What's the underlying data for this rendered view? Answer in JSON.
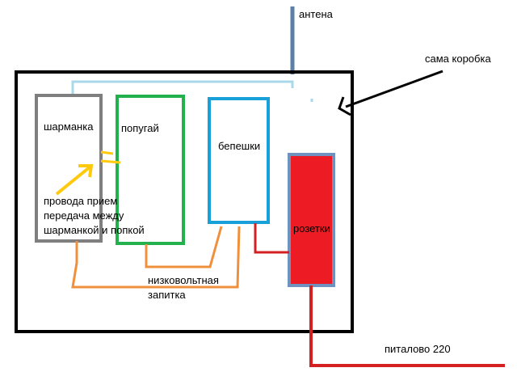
{
  "labels": {
    "antenna": "антена",
    "box": "сама коробка",
    "sharmanka": "шарманка",
    "popugai": "попугай",
    "bepeshki": "бепешки",
    "rozetki": "розетки",
    "wires_line1": "провода прием",
    "wires_line2": "передача между",
    "wires_line3": "шарманкой и попкой",
    "low_voltage_line1": "низковольтная",
    "low_voltage_line2": "запитка",
    "power": "питалово 220"
  },
  "colors": {
    "box": "#000000",
    "antenna": "#5b7fa6",
    "antenna_wire": "#a8d8ea",
    "sharmanka": "#7f7f7f",
    "popugai": "#22b14c",
    "bepeshki": "#1aa0d8",
    "rozetki_fill": "#ed1c24",
    "rozetki_border": "#7092be",
    "wires": "#ffc90e",
    "low_voltage": "#f0903c",
    "power": "#d42020",
    "arrow": "#000000"
  }
}
